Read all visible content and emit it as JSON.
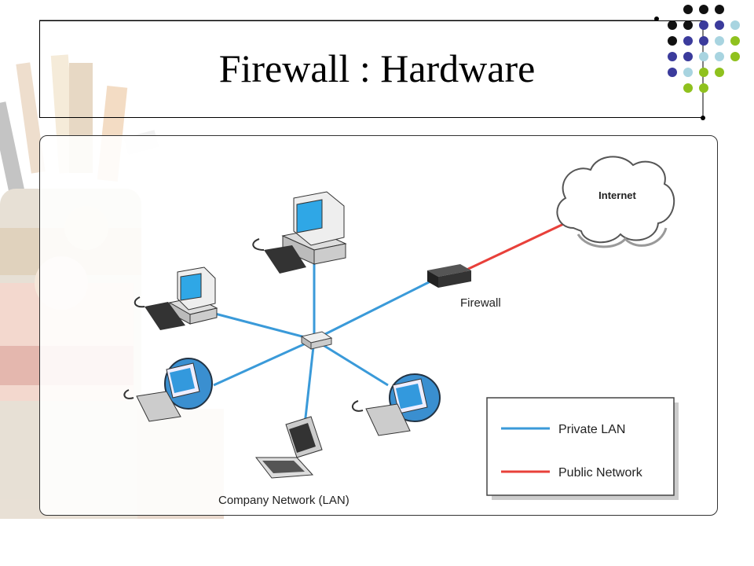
{
  "slide": {
    "title": "Firewall : Hardware"
  },
  "diagram": {
    "internet_label": "Internet",
    "firewall_label": "Firewall",
    "network_label": "Company Network (LAN)",
    "legend": {
      "private_lan": "Private LAN",
      "public_network": "Public Network"
    }
  },
  "colors": {
    "private_lan": "#3a9ad9",
    "public_network": "#e8403a",
    "dot_black": "#111111",
    "dot_indigo": "#3b3b9c",
    "dot_lightblue": "#a8d4e0",
    "dot_green": "#8fc11e"
  },
  "icons": [
    "computer-icon",
    "laptop-icon",
    "hub-icon",
    "firewall-device-icon",
    "internet-cloud-icon"
  ]
}
